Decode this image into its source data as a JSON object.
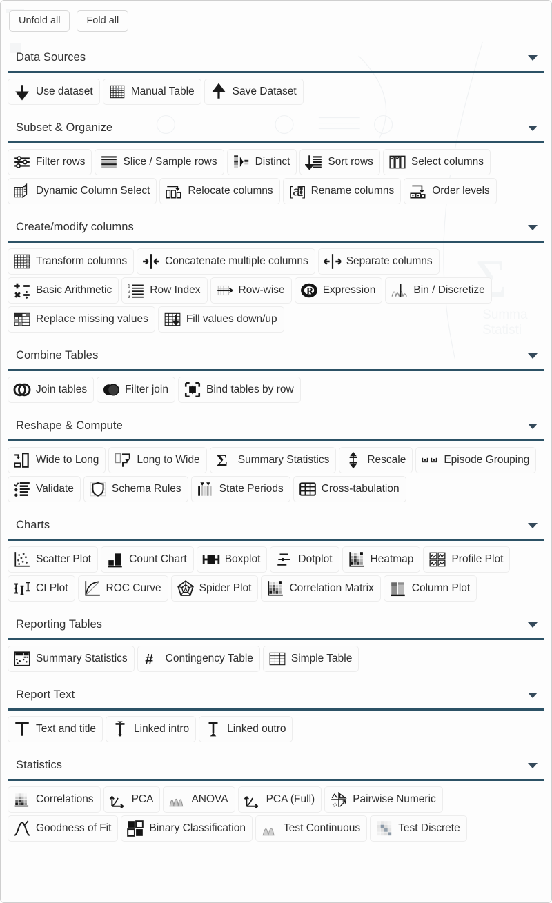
{
  "toolbar": {
    "unfold_all": "Unfold all",
    "fold_all": "Fold all"
  },
  "colors": {
    "section_rule": "#2c5266",
    "caret": "#34495a",
    "text": "#2e2e2e",
    "button_border": "#ededed",
    "panel_bg": "#fdfdfd"
  },
  "sections": [
    {
      "title": "Data Sources",
      "caret_icon": "chevron-down-icon",
      "expanded": true,
      "tools": [
        {
          "label": "Use dataset",
          "icon": "arrow-down-icon"
        },
        {
          "label": "Manual Table",
          "icon": "grid-table-icon"
        },
        {
          "label": "Save Dataset",
          "icon": "arrow-up-icon"
        }
      ]
    },
    {
      "title": "Subset & Organize",
      "caret_icon": "chevron-down-icon",
      "expanded": true,
      "tools": [
        {
          "label": "Filter rows",
          "icon": "sliders-icon"
        },
        {
          "label": "Slice / Sample rows",
          "icon": "stacked-lines-icon"
        },
        {
          "label": "Distinct",
          "icon": "distinct-blocks-icon"
        },
        {
          "label": "Sort rows",
          "icon": "sort-arrow-icon"
        },
        {
          "label": "Select columns",
          "icon": "checkbox-columns-icon"
        },
        {
          "label": "Dynamic Column Select",
          "icon": "dynamic-columns-icon"
        },
        {
          "label": "Relocate columns",
          "icon": "relocate-columns-icon"
        },
        {
          "label": "Rename columns",
          "icon": "rename-ab-icon"
        },
        {
          "label": "Order levels",
          "icon": "order-levels-icon"
        }
      ]
    },
    {
      "title": "Create/modify columns",
      "caret_icon": "chevron-down-icon",
      "expanded": true,
      "tools": [
        {
          "label": "Transform columns",
          "icon": "transform-grid-icon"
        },
        {
          "label": "Concatenate multiple columns",
          "icon": "concatenate-arrows-icon"
        },
        {
          "label": "Separate columns",
          "icon": "separate-arrows-icon"
        },
        {
          "label": "Basic Arithmetic",
          "icon": "arithmetic-operators-icon"
        },
        {
          "label": "Row Index",
          "icon": "row-index-icon"
        },
        {
          "label": "Row-wise",
          "icon": "rowwise-arrow-icon"
        },
        {
          "label": "Expression",
          "icon": "r-logo-icon"
        },
        {
          "label": "Bin / Discretize",
          "icon": "bin-histogram-icon"
        },
        {
          "label": "Replace missing values",
          "icon": "replace-missing-icon"
        },
        {
          "label": "Fill values down/up",
          "icon": "fill-down-icon"
        }
      ]
    },
    {
      "title": "Combine Tables",
      "caret_icon": "chevron-down-icon",
      "expanded": true,
      "tools": [
        {
          "label": "Join tables",
          "icon": "venn-rings-icon"
        },
        {
          "label": "Filter join",
          "icon": "venn-filled-icon"
        },
        {
          "label": "Bind tables by row",
          "icon": "bind-rows-icon"
        }
      ]
    },
    {
      "title": "Reshape & Compute",
      "caret_icon": "chevron-down-icon",
      "expanded": true,
      "tools": [
        {
          "label": "Wide to Long",
          "icon": "wide-to-long-icon"
        },
        {
          "label": "Long to Wide",
          "icon": "long-to-wide-icon"
        },
        {
          "label": "Summary Statistics",
          "icon": "sigma-icon"
        },
        {
          "label": "Rescale",
          "icon": "rescale-arrows-icon"
        },
        {
          "label": "Episode Grouping",
          "icon": "episode-dots-icon"
        },
        {
          "label": "Validate",
          "icon": "checklist-icon"
        },
        {
          "label": "Schema Rules",
          "icon": "shield-icon"
        },
        {
          "label": "State Periods",
          "icon": "state-periods-icon"
        },
        {
          "label": "Cross-tabulation",
          "icon": "crosstab-grid-icon"
        }
      ]
    },
    {
      "title": "Charts",
      "caret_icon": "chevron-down-icon",
      "expanded": true,
      "tools": [
        {
          "label": "Scatter Plot",
          "icon": "scatter-icon"
        },
        {
          "label": "Count Chart",
          "icon": "bar-count-icon"
        },
        {
          "label": "Boxplot",
          "icon": "boxplot-icon"
        },
        {
          "label": "Dotplot",
          "icon": "dotplot-icon"
        },
        {
          "label": "Heatmap",
          "icon": "heatmap-icon"
        },
        {
          "label": "Profile Plot",
          "icon": "profile-facets-icon"
        },
        {
          "label": "CI Plot",
          "icon": "ci-errorbars-icon"
        },
        {
          "label": "ROC Curve",
          "icon": "roc-curve-icon"
        },
        {
          "label": "Spider Plot",
          "icon": "spider-pentagon-icon"
        },
        {
          "label": "Correlation Matrix",
          "icon": "correlation-matrix-icon"
        },
        {
          "label": "Column Plot",
          "icon": "column-plot-icon"
        }
      ]
    },
    {
      "title": "Reporting Tables",
      "caret_icon": "chevron-down-icon",
      "expanded": true,
      "tools": [
        {
          "label": "Summary Statistics",
          "icon": "summary-table-icon"
        },
        {
          "label": "Contingency Table",
          "icon": "hash-icon"
        },
        {
          "label": "Simple Table",
          "icon": "simple-table-icon"
        }
      ]
    },
    {
      "title": "Report Text",
      "caret_icon": "chevron-down-icon",
      "expanded": true,
      "tools": [
        {
          "label": "Text and title",
          "icon": "text-t-icon"
        },
        {
          "label": "Linked intro",
          "icon": "linked-intro-icon"
        },
        {
          "label": "Linked outro",
          "icon": "linked-outro-icon"
        }
      ]
    },
    {
      "title": "Statistics",
      "caret_icon": "chevron-down-icon",
      "expanded": true,
      "tools": [
        {
          "label": "Correlations",
          "icon": "correlations-icon"
        },
        {
          "label": "PCA",
          "icon": "pca-axes-icon"
        },
        {
          "label": "ANOVA",
          "icon": "anova-curves-icon"
        },
        {
          "label": "PCA (Full)",
          "icon": "pca-axes-icon"
        },
        {
          "label": "Pairwise Numeric",
          "icon": "pairwise-matrix-icon"
        },
        {
          "label": "Goodness of Fit",
          "icon": "goodness-fit-icon"
        },
        {
          "label": "Binary Classification",
          "icon": "binary-squares-icon"
        },
        {
          "label": "Test Continuous",
          "icon": "test-continuous-icon"
        },
        {
          "label": "Test Discrete",
          "icon": "test-discrete-icon"
        }
      ]
    }
  ]
}
